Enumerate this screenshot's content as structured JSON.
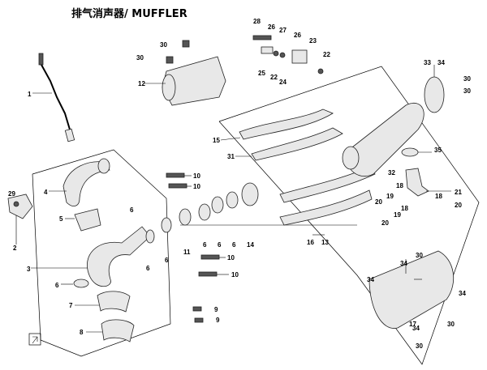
{
  "title": "排气消声器/ MUFFLER",
  "labels": [
    "1",
    "2",
    "3",
    "4",
    "5",
    "6",
    "6",
    "6",
    "6",
    "6",
    "6",
    "6",
    "7",
    "8",
    "9",
    "9",
    "10",
    "10",
    "10",
    "10",
    "11",
    "12",
    "13",
    "14",
    "15",
    "16",
    "17",
    "18",
    "18",
    "18",
    "19",
    "19",
    "20",
    "20",
    "20",
    "21",
    "22",
    "22",
    "23",
    "24",
    "25",
    "26",
    "26",
    "27",
    "28",
    "29",
    "30",
    "30",
    "30",
    "30",
    "30",
    "30",
    "30",
    "31",
    "32",
    "33",
    "34",
    "34",
    "34",
    "34",
    "34",
    "35"
  ]
}
